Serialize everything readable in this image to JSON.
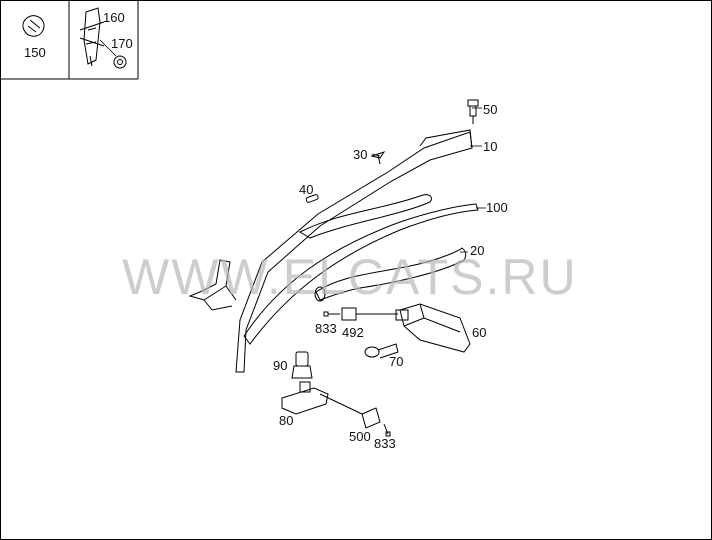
{
  "watermark": "WWW.ELCATS.RU",
  "inset_labels": {
    "p150": "150",
    "p160": "160",
    "p170": "170"
  },
  "part_labels": {
    "p50": "50",
    "p10": "10",
    "p30": "30",
    "p40": "40",
    "p100": "100",
    "p20": "20",
    "p833a": "833",
    "p492": "492",
    "p60": "60",
    "p70": "70",
    "p90": "90",
    "p80": "80",
    "p500": "500",
    "p833b": "833"
  }
}
